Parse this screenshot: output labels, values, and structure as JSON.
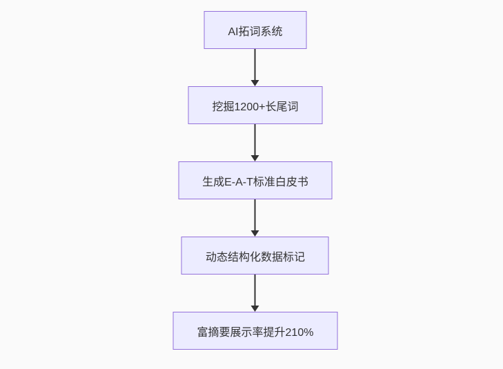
{
  "page": {
    "background_color": "#fafafa"
  },
  "chart_data": {
    "type": "flowchart",
    "direction": "top-down",
    "node_fill": "#ECECFF",
    "node_border": "#9370DB",
    "text_color": "#333333",
    "arrow_color": "#333333",
    "nodes": [
      {
        "id": "n1",
        "label": "AI拓词系统"
      },
      {
        "id": "n2",
        "label": "挖掘1200+长尾词"
      },
      {
        "id": "n3",
        "label": "生成E-A-T标准白皮书"
      },
      {
        "id": "n4",
        "label": "动态结构化数据标记"
      },
      {
        "id": "n5",
        "label": "富摘要展示率提升210%"
      }
    ],
    "edges": [
      {
        "from": "n1",
        "to": "n2",
        "arrow": "down"
      },
      {
        "from": "n2",
        "to": "n3",
        "arrow": "down"
      },
      {
        "from": "n3",
        "to": "n4",
        "arrow": "down"
      },
      {
        "from": "n4",
        "to": "n5",
        "arrow": "down"
      }
    ]
  }
}
